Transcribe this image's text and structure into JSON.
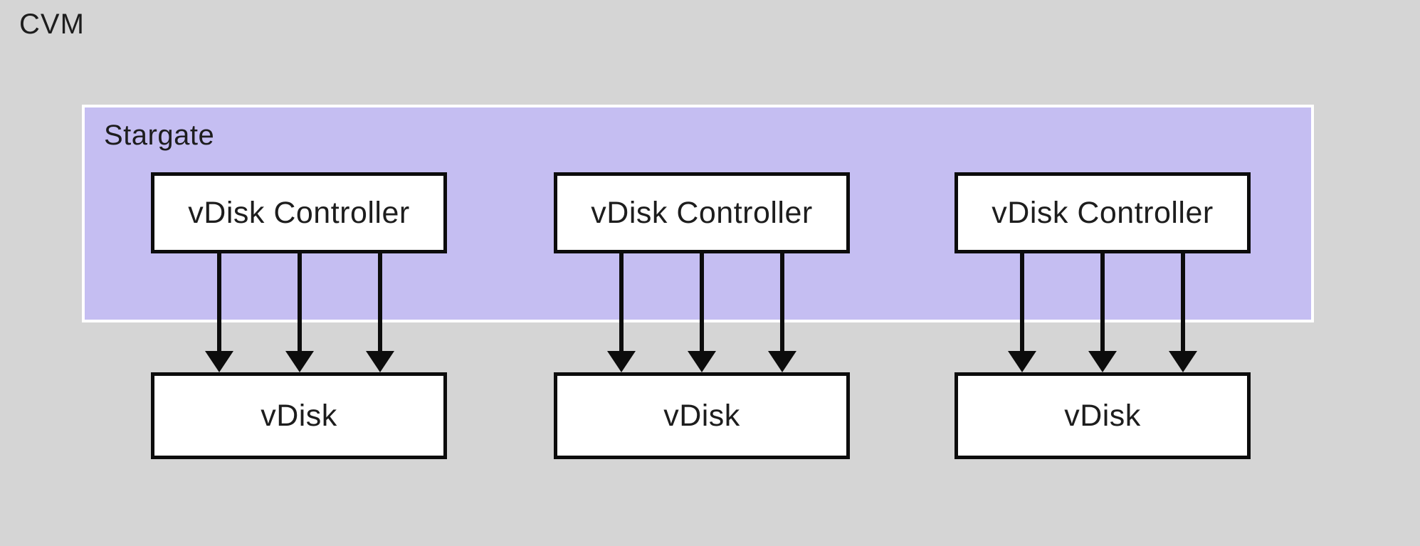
{
  "diagram": {
    "cvm_label": "CVM",
    "stargate_label": "Stargate",
    "columns": [
      {
        "controller_label": "vDisk Controller",
        "vdisk_label": "vDisk"
      },
      {
        "controller_label": "vDisk Controller",
        "vdisk_label": "vDisk"
      },
      {
        "controller_label": "vDisk Controller",
        "vdisk_label": "vDisk"
      }
    ],
    "arrows_per_column": 3,
    "colors": {
      "background": "#d5d5d5",
      "stargate_fill": "#c5bef2",
      "stargate_border": "#ffffff",
      "node_fill": "#ffffff",
      "node_border": "#0c0c0c",
      "arrow": "#0c0c0c",
      "text": "#1d1d1d"
    }
  }
}
